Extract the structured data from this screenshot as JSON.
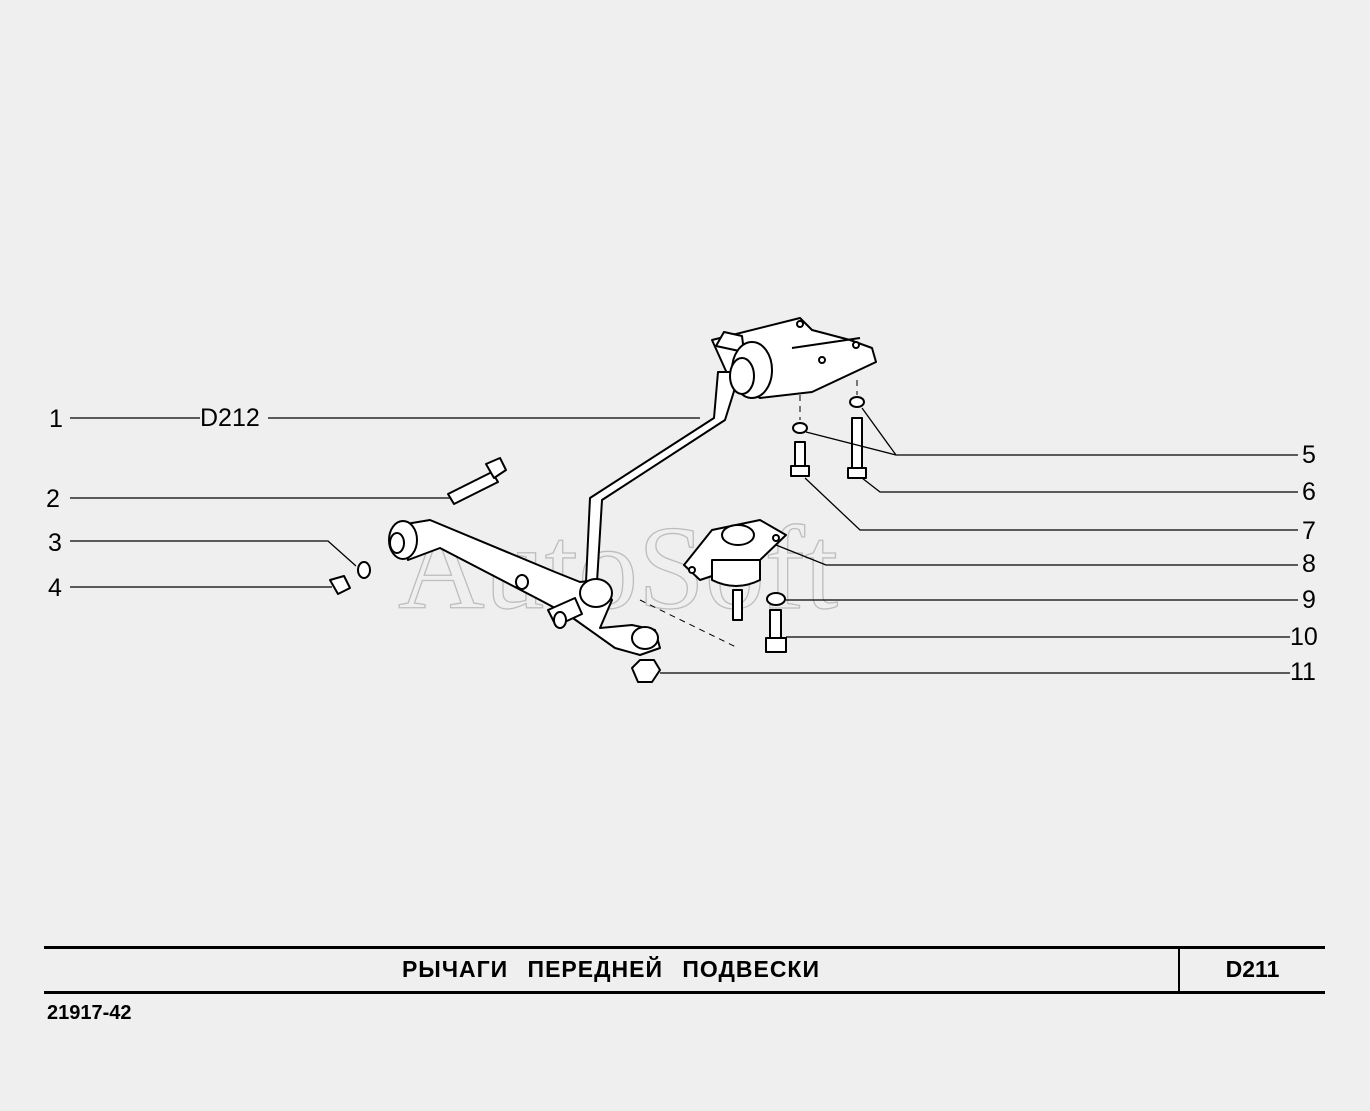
{
  "watermark": "AutoSoft",
  "reference_label": "D212",
  "callouts": [
    {
      "number": "1"
    },
    {
      "number": "2"
    },
    {
      "number": "3"
    },
    {
      "number": "4"
    },
    {
      "number": "5"
    },
    {
      "number": "6"
    },
    {
      "number": "7"
    },
    {
      "number": "8"
    },
    {
      "number": "9"
    },
    {
      "number": "10"
    },
    {
      "number": "11"
    }
  ],
  "title_block": {
    "title": "РЫЧАГИ  ПЕРЕДНЕЙ  ПОДВЕСКИ",
    "code": "D211"
  },
  "catalog_number": "21917-42"
}
